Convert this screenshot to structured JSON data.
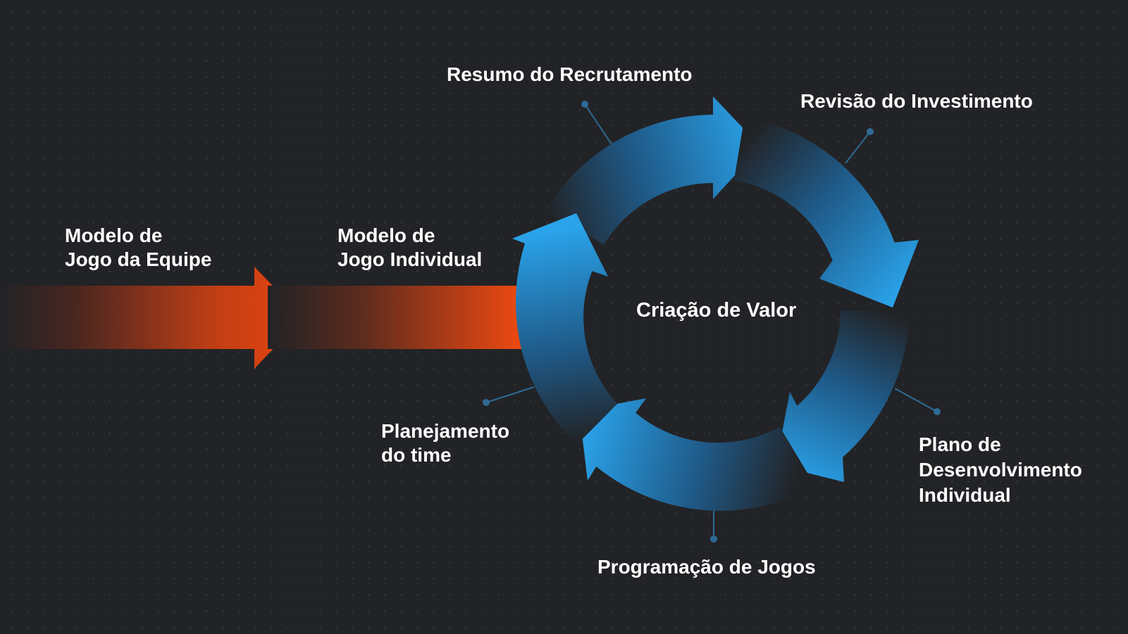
{
  "diagram": {
    "title": "Criação de Valor",
    "inputs": [
      {
        "line1": "Modelo de",
        "line2": "Jogo da Equipe"
      },
      {
        "line1": "Modelo de",
        "line2": "Jogo Individual"
      }
    ],
    "cycle_stages": {
      "recruitment": "Resumo do Recrutamento",
      "investment": "Revisão do Investimento",
      "development": [
        "Plano de",
        "Desenvolvimento",
        "Individual"
      ],
      "games": "Programação de Jogos",
      "team_planning": [
        "Planejamento",
        "do time"
      ]
    },
    "colors": {
      "background": "#222326",
      "input_arrow": "#e8440f",
      "cycle_arrow": "#29a0e8",
      "connector": "#2f6a94",
      "text": "#ffffff"
    }
  }
}
